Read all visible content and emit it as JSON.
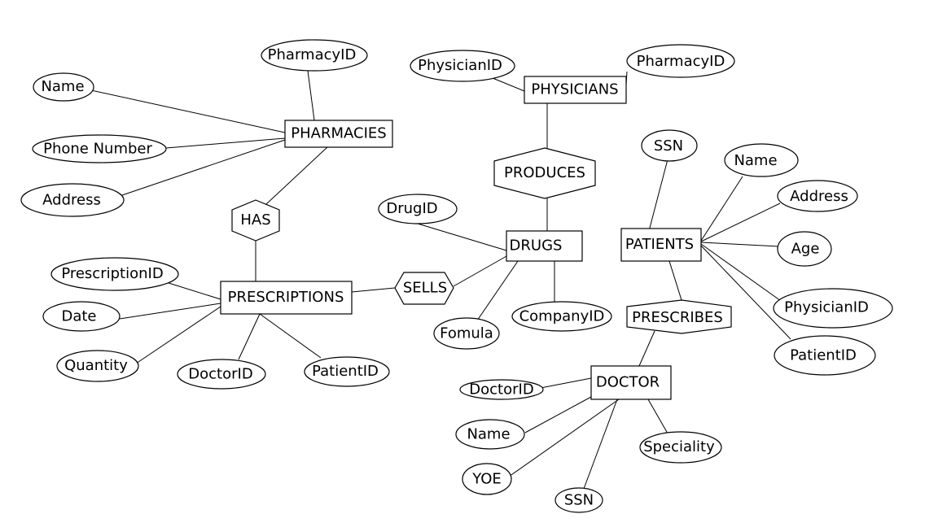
{
  "entities": [
    {
      "id": "pharmacies",
      "label": "PHARMACIES"
    },
    {
      "id": "physicians",
      "label": "PHYSICIANS"
    },
    {
      "id": "drugs",
      "label": "DRUGS"
    },
    {
      "id": "patients",
      "label": "PATIENTS"
    },
    {
      "id": "prescriptions",
      "label": "PRESCRIPTIONS"
    },
    {
      "id": "doctor",
      "label": "DOCTOR"
    }
  ],
  "relationships": [
    {
      "id": "has",
      "label": "HAS",
      "connects": [
        "pharmacies",
        "prescriptions"
      ]
    },
    {
      "id": "produces",
      "label": "PRODUCES",
      "connects": [
        "physicians",
        "drugs"
      ]
    },
    {
      "id": "sells",
      "label": "SELLS",
      "connects": [
        "prescriptions",
        "drugs"
      ]
    },
    {
      "id": "prescribes",
      "label": "PRESCRIBES",
      "connects": [
        "patients",
        "doctor"
      ]
    }
  ],
  "attributes": [
    {
      "id": "pharmacyid-a",
      "label": "PharmacyID",
      "entity": "pharmacies"
    },
    {
      "id": "name-a",
      "label": "Name",
      "entity": "pharmacies"
    },
    {
      "id": "phone-number",
      "label": "Phone Number",
      "entity": "pharmacies"
    },
    {
      "id": "address-a",
      "label": "Address",
      "entity": "pharmacies"
    },
    {
      "id": "physicianid-a",
      "label": "PhysicianID",
      "entity": "physicians"
    },
    {
      "id": "pharmacyid-b",
      "label": "PharmacyID",
      "entity": "physicians"
    },
    {
      "id": "ssn-a",
      "label": "SSN",
      "entity": "patients"
    },
    {
      "id": "name-b",
      "label": "Name",
      "entity": "patients"
    },
    {
      "id": "address-b",
      "label": "Address",
      "entity": "patients"
    },
    {
      "id": "age",
      "label": "Age",
      "entity": "patients"
    },
    {
      "id": "physicianid-b",
      "label": "PhysicianID",
      "entity": "patients"
    },
    {
      "id": "patientid-a",
      "label": "PatientID",
      "entity": "patients"
    },
    {
      "id": "drugid",
      "label": "DrugID",
      "entity": "drugs"
    },
    {
      "id": "fomula",
      "label": "Fomula",
      "entity": "drugs"
    },
    {
      "id": "companyid",
      "label": "CompanyID",
      "entity": "drugs"
    },
    {
      "id": "prescriptionid",
      "label": "PrescriptionID",
      "entity": "prescriptions"
    },
    {
      "id": "date",
      "label": "Date",
      "entity": "prescriptions"
    },
    {
      "id": "quantity",
      "label": "Quantity",
      "entity": "prescriptions"
    },
    {
      "id": "doctorid-a",
      "label": "DoctorID",
      "entity": "prescriptions"
    },
    {
      "id": "patientid-b",
      "label": "PatientID",
      "entity": "prescriptions"
    },
    {
      "id": "doctorid-b",
      "label": "DoctorID",
      "entity": "doctor"
    },
    {
      "id": "name-c",
      "label": "Name",
      "entity": "doctor"
    },
    {
      "id": "yoe",
      "label": "YOE",
      "entity": "doctor"
    },
    {
      "id": "ssn-b",
      "label": "SSN",
      "entity": "doctor"
    },
    {
      "id": "speciality",
      "label": "Speciality",
      "entity": "doctor"
    }
  ]
}
